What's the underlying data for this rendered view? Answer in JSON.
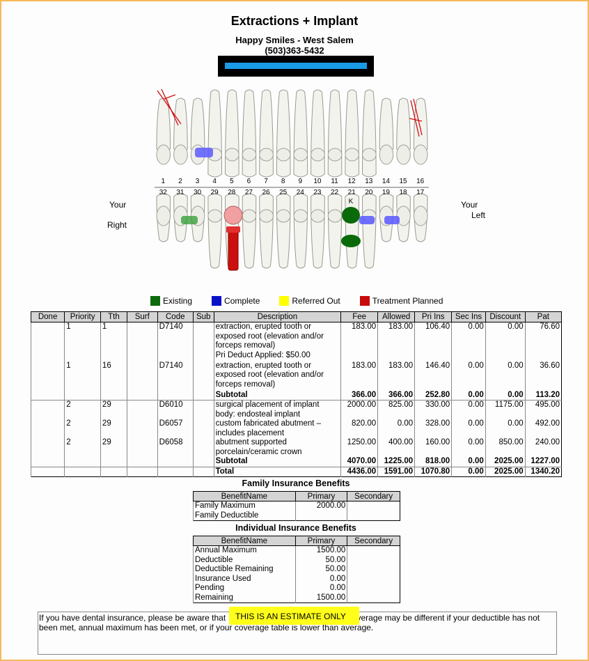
{
  "title": "Extractions + Implant",
  "office": {
    "name": "Happy Smiles - West Salem",
    "phone": "(503)363-5432"
  },
  "chart": {
    "upper_numbers": [
      "1",
      "2",
      "3",
      "4",
      "5",
      "6",
      "7",
      "8",
      "9",
      "10",
      "11",
      "12",
      "13",
      "14",
      "15",
      "16"
    ],
    "lower_numbers": [
      "32",
      "31",
      "30",
      "29",
      "28",
      "27",
      "26",
      "25",
      "24",
      "23",
      "22",
      "21",
      "20",
      "19",
      "18",
      "17"
    ],
    "primary_letter": "K",
    "your_right_1": "Your",
    "your_right_2": "Right",
    "your_left_1": "Your",
    "your_left_2": "Left"
  },
  "legend": [
    {
      "label": "Existing",
      "color": "#0b6b0b"
    },
    {
      "label": "Complete",
      "color": "#0a12c8"
    },
    {
      "label": "Referred Out",
      "color": "#ffff00"
    },
    {
      "label": "Treatment Planned",
      "color": "#c80a0a"
    }
  ],
  "treatment_table": {
    "headers": [
      "Done",
      "Priority",
      "Tth",
      "Surf",
      "Code",
      "Sub",
      "Description",
      "Fee",
      "Allowed",
      "Pri Ins",
      "Sec Ins",
      "Discount",
      "Pat"
    ],
    "rows": [
      {
        "done": "",
        "priority": "1",
        "tth": "1",
        "surf": "",
        "code": "D7140",
        "sub": "",
        "desc": "extraction, erupted tooth or exposed root (elevation and/or forceps removal)",
        "desc2": "Pri Deduct Applied: $50.00",
        "fee": "183.00",
        "allowed": "183.00",
        "pri": "106.40",
        "sec": "0.00",
        "discount": "0.00",
        "pat": "76.60"
      },
      {
        "done": "",
        "priority": "1",
        "tth": "16",
        "surf": "",
        "code": "D7140",
        "sub": "",
        "desc": "extraction, erupted tooth or exposed root (elevation and/or forceps removal)",
        "desc2": "",
        "fee": "183.00",
        "allowed": "183.00",
        "pri": "146.40",
        "sec": "0.00",
        "discount": "0.00",
        "pat": "36.60"
      },
      {
        "desc": "Subtotal",
        "fee": "366.00",
        "allowed": "366.00",
        "pri": "252.80",
        "sec": "0.00",
        "discount": "0.00",
        "pat": "113.20"
      },
      {
        "done": "",
        "priority": "2",
        "tth": "29",
        "surf": "",
        "code": "D6010",
        "sub": "",
        "desc": "surgical placement of implant body: endosteal implant",
        "fee": "2000.00",
        "allowed": "825.00",
        "pri": "330.00",
        "sec": "0.00",
        "discount": "1175.00",
        "pat": "495.00"
      },
      {
        "done": "",
        "priority": "2",
        "tth": "29",
        "surf": "",
        "code": "D6057",
        "sub": "",
        "desc": "custom fabricated abutment – includes placement",
        "fee": "820.00",
        "allowed": "0.00",
        "pri": "328.00",
        "sec": "0.00",
        "discount": "0.00",
        "pat": "492.00"
      },
      {
        "done": "",
        "priority": "2",
        "tth": "29",
        "surf": "",
        "code": "D6058",
        "sub": "",
        "desc": "abutment supported porcelain/ceramic crown",
        "fee": "1250.00",
        "allowed": "400.00",
        "pri": "160.00",
        "sec": "0.00",
        "discount": "850.00",
        "pat": "240.00"
      },
      {
        "desc": "Subtotal",
        "fee": "4070.00",
        "allowed": "1225.00",
        "pri": "818.00",
        "sec": "0.00",
        "discount": "2025.00",
        "pat": "1227.00"
      },
      {
        "desc": "Total",
        "fee": "4436.00",
        "allowed": "1591.00",
        "pri": "1070.80",
        "sec": "0.00",
        "discount": "2025.00",
        "pat": "1340.20"
      }
    ]
  },
  "family_benefits": {
    "title": "Family Insurance Benefits",
    "headers": [
      "BenefitName",
      "Primary",
      "Secondary"
    ],
    "rows": [
      {
        "name": "Family Maximum",
        "primary": "2000.00",
        "secondary": ""
      },
      {
        "name": "Family Deductible",
        "primary": "",
        "secondary": ""
      }
    ]
  },
  "individual_benefits": {
    "title": "Individual Insurance Benefits",
    "headers": [
      "BenefitName",
      "Primary",
      "Secondary"
    ],
    "rows": [
      {
        "name": "Annual Maximum",
        "primary": "1500.00",
        "secondary": ""
      },
      {
        "name": "Deductible",
        "primary": "50.00",
        "secondary": ""
      },
      {
        "name": "Deductible Remaining",
        "primary": "50.00",
        "secondary": ""
      },
      {
        "name": "Insurance Used",
        "primary": "0.00",
        "secondary": ""
      },
      {
        "name": "Pending",
        "primary": "0.00",
        "secondary": ""
      },
      {
        "name": "Remaining",
        "primary": "1500.00",
        "secondary": ""
      }
    ]
  },
  "note": {
    "before": "If you have dental insurance, please be aware that",
    "highlight": "THIS IS AN ESTIMATE ONLY",
    "after": "coverage may be different if your deductible has not been met, annual maximum has been met, or if your coverage table is lower than average."
  }
}
